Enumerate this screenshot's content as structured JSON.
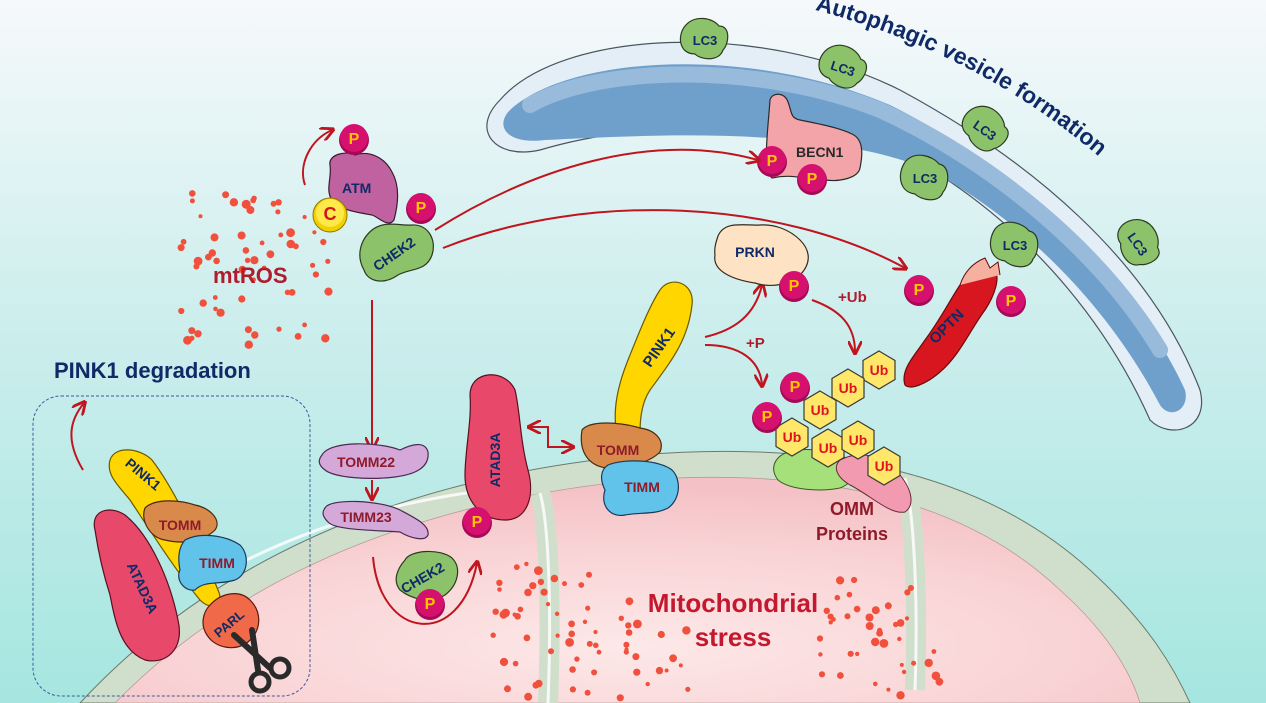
{
  "titles": {
    "autophagy": "Autophagic vesicle formation",
    "pink1_degradation": "PINK1 degradation",
    "mtros": "mtROS",
    "mito_stress_line1": "Mitochondrial",
    "mito_stress_line2": "stress",
    "omm_line1": "OMM",
    "omm_line2": "Proteins"
  },
  "proteins": {
    "lc3": "LC3",
    "becn1": "BECN1",
    "atm": "ATM",
    "chek2": "CHEK2",
    "cysteine": "C",
    "prkn": "PRKN",
    "optn": "OPTN",
    "pink1": "PINK1",
    "tomm": "TOMM",
    "timm": "TIMM",
    "atad3a": "ATAD3A",
    "tomm22": "TOMM22",
    "timm23": "TIMM23",
    "parl": "PARL"
  },
  "modifications": {
    "phospho": "P",
    "ubiquitin": "Ub",
    "plus_p": "+P",
    "plus_ub": "+Ub"
  },
  "colors": {
    "phospho": "#d6106f",
    "phospho_text": "#ffc400",
    "arrow": "#c0141f",
    "label_navy": "#0f2a66",
    "label_red": "#c4182e"
  }
}
